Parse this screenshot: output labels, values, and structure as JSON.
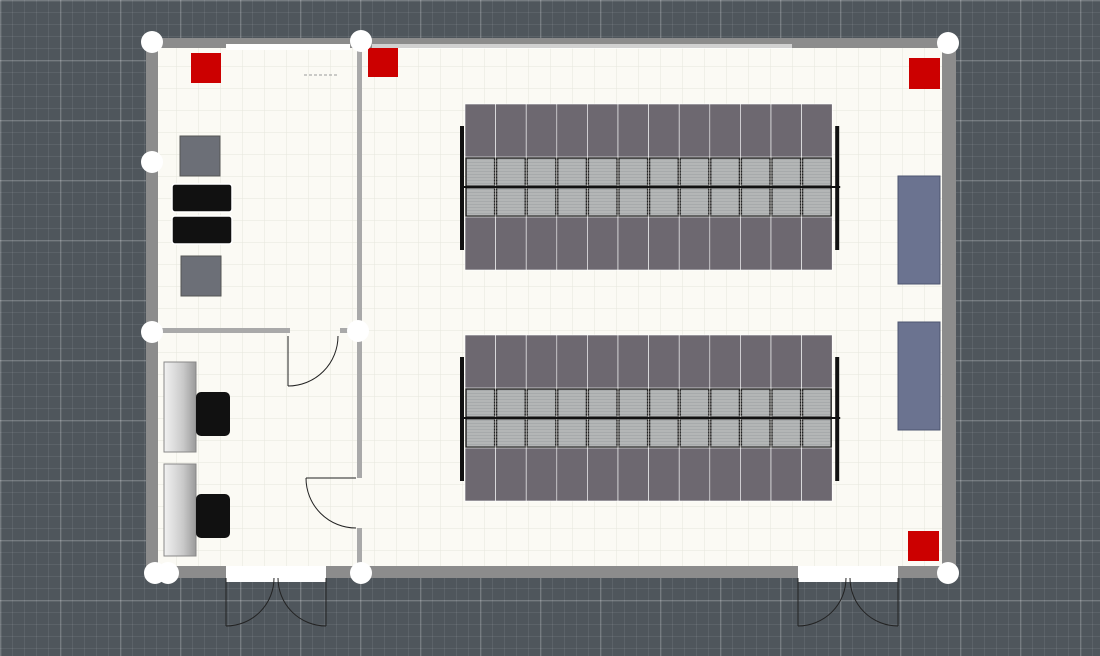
{
  "view": {
    "kind": "top-down floor plan editor",
    "labels_visible": false
  },
  "colors": {
    "floor": "#fbfaf4",
    "floor_grid": "#e6e6dc",
    "wall": "#8c8c8c",
    "rack_panel": "#6d6870",
    "rack_core": "#a7aaab",
    "cooling_unit": "#6b7390",
    "sensor": "#cc0000",
    "handle": "#ffffff",
    "door_swing": "#222222",
    "background": "#4f565c"
  },
  "rooms": [
    {
      "id": "main-hall",
      "name": ""
    },
    {
      "id": "upper-side-room",
      "name": ""
    },
    {
      "id": "lower-side-room",
      "name": ""
    }
  ],
  "equipment": {
    "rack_rows": [
      {
        "id": "rack-row-north",
        "columns": 12
      },
      {
        "id": "rack-row-south",
        "columns": 12
      }
    ],
    "cooling_units": 2,
    "red_markers": 4,
    "side_cabinets": 2,
    "workstations": 2,
    "doors": {
      "single_swing": 2,
      "double_exterior": 2
    }
  },
  "icons": {
    "corner_handle": "circle-handle",
    "marker": "red-square-sensor"
  }
}
